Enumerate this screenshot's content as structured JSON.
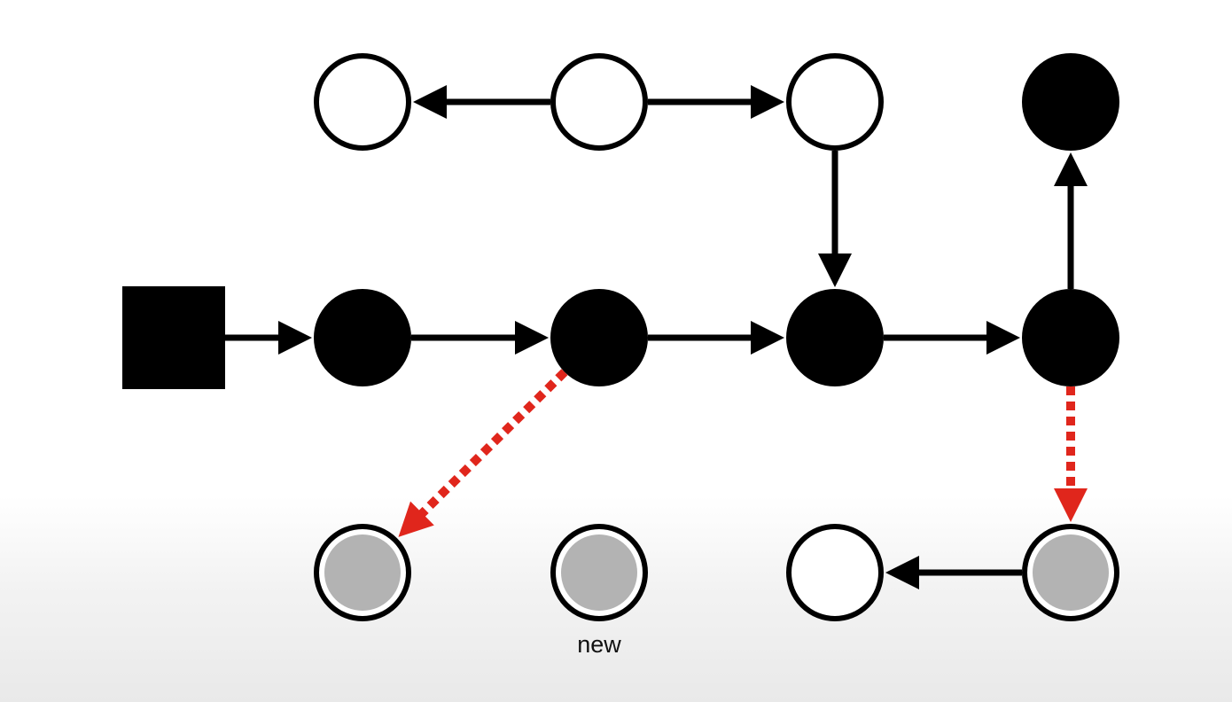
{
  "diagram": {
    "nodes": [
      {
        "id": "root",
        "shape": "square",
        "style": "black"
      },
      {
        "id": "t1",
        "shape": "circle",
        "style": "white"
      },
      {
        "id": "t2",
        "shape": "circle",
        "style": "white"
      },
      {
        "id": "t3",
        "shape": "circle",
        "style": "white"
      },
      {
        "id": "t4",
        "shape": "circle",
        "style": "black"
      },
      {
        "id": "m1",
        "shape": "circle",
        "style": "black"
      },
      {
        "id": "m2",
        "shape": "circle",
        "style": "black"
      },
      {
        "id": "m3",
        "shape": "circle",
        "style": "black"
      },
      {
        "id": "m4",
        "shape": "circle",
        "style": "black"
      },
      {
        "id": "b1",
        "shape": "circle",
        "style": "gray"
      },
      {
        "id": "b2",
        "shape": "circle",
        "style": "gray",
        "label": "new"
      },
      {
        "id": "b3",
        "shape": "circle",
        "style": "white"
      },
      {
        "id": "b4",
        "shape": "circle",
        "style": "gray"
      }
    ],
    "edges": [
      {
        "from": "t2",
        "to": "t1",
        "style": "solid"
      },
      {
        "from": "t2",
        "to": "t3",
        "style": "solid"
      },
      {
        "from": "t3",
        "to": "m3",
        "style": "solid"
      },
      {
        "from": "root",
        "to": "m1",
        "style": "solid"
      },
      {
        "from": "m1",
        "to": "m2",
        "style": "solid"
      },
      {
        "from": "m2",
        "to": "m3",
        "style": "solid"
      },
      {
        "from": "m3",
        "to": "m4",
        "style": "solid"
      },
      {
        "from": "m4",
        "to": "t4",
        "style": "solid"
      },
      {
        "from": "m2",
        "to": "b1",
        "style": "dashed-red"
      },
      {
        "from": "m4",
        "to": "b4",
        "style": "dashed-red"
      },
      {
        "from": "b4",
        "to": "b3",
        "style": "solid"
      }
    ],
    "colors": {
      "black": "#000000",
      "white": "#ffffff",
      "gray": "#b3b3b3",
      "red": "#e0261c"
    }
  }
}
